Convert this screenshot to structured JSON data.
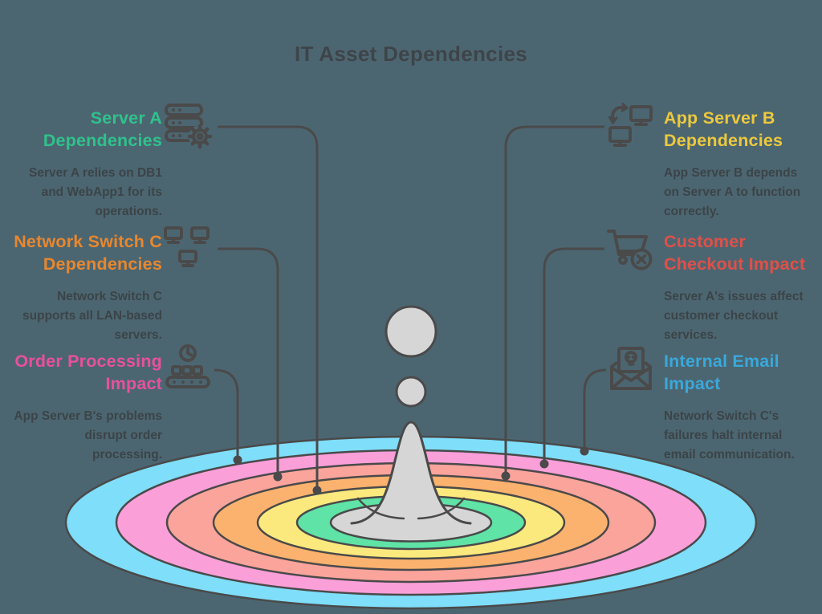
{
  "title": "IT Asset Dependencies",
  "colors": {
    "background": "#4C6671",
    "outline": "#4A4A4A",
    "droplet_gray": "#D6D6D6"
  },
  "rings": [
    {
      "name": "outer-blue",
      "color": "#7FDEFA"
    },
    {
      "name": "pink",
      "color": "#FB9FD9"
    },
    {
      "name": "salmon",
      "color": "#FBA49C"
    },
    {
      "name": "orange",
      "color": "#FBB26E"
    },
    {
      "name": "yellow",
      "color": "#FCE97E"
    },
    {
      "name": "green",
      "color": "#5FE3A6"
    },
    {
      "name": "center-pool",
      "color": "#D6D6D6"
    }
  ],
  "items": [
    {
      "id": "server-a-dependencies",
      "side": "left",
      "color": "#2FC28C",
      "icon": "server-gear-icon",
      "heading_lines": [
        "Server A",
        "Dependencies"
      ],
      "heading": "Server A Dependencies",
      "body_lines": [
        "Server A relies on DB1",
        "and WebApp1 for its",
        "operations."
      ],
      "body": "Server A relies on DB1 and WebApp1 for its operations."
    },
    {
      "id": "network-switch-c-dependencies",
      "side": "left",
      "color": "#E8872E",
      "icon": "network-monitors-icon",
      "heading_lines": [
        "Network Switch C",
        "Dependencies"
      ],
      "heading": "Network Switch C Dependencies",
      "body_lines": [
        "Network Switch C",
        "supports all LAN-based",
        "servers."
      ],
      "body": "Network Switch C supports all LAN-based servers."
    },
    {
      "id": "order-processing-impact",
      "side": "left",
      "color": "#E8509E",
      "icon": "clock-conveyor-icon",
      "heading_lines": [
        "Order Processing",
        "Impact"
      ],
      "heading": "Order Processing Impact",
      "body_lines": [
        "App Server B's problems",
        "disrupt order",
        "processing."
      ],
      "body": "App Server B's problems disrupt order processing."
    },
    {
      "id": "app-server-b-dependencies",
      "side": "right",
      "color": "#ECC93D",
      "icon": "sync-monitors-icon",
      "heading_lines": [
        "App Server B",
        "Dependencies"
      ],
      "heading": "App Server B Dependencies",
      "body_lines": [
        "App Server B depends",
        "on Server A to function",
        "correctly."
      ],
      "body": "App Server B depends on Server A to function correctly."
    },
    {
      "id": "customer-checkout-impact",
      "side": "right",
      "color": "#DF5049",
      "icon": "cart-x-icon",
      "heading_lines": [
        "Customer",
        "Checkout Impact"
      ],
      "heading": "Customer Checkout Impact",
      "body_lines": [
        "Server A's issues affect",
        "customer checkout",
        "services."
      ],
      "body": "Server A's issues affect customer checkout services."
    },
    {
      "id": "internal-email-impact",
      "side": "right",
      "color": "#3AA8DA",
      "icon": "email-alert-icon",
      "heading_lines": [
        "Internal Email",
        "Impact"
      ],
      "heading": "Internal Email Impact",
      "body_lines": [
        "Network Switch C's",
        "failures halt internal",
        "email communication."
      ],
      "body": "Network Switch C's failures halt internal email communication."
    }
  ]
}
